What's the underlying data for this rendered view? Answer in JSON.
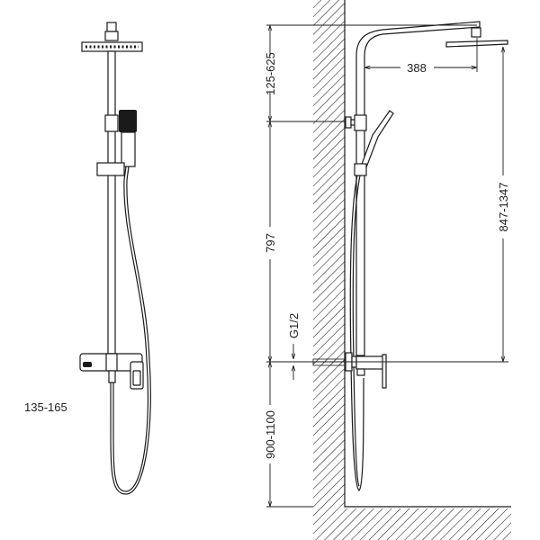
{
  "title": "Shower system dimension drawing",
  "front_view": {
    "outlet_spacing_label": "135-165"
  },
  "side_view": {
    "dimensions": {
      "adjust_top": "125-625",
      "bracket_to_inlet": "797",
      "inlet_height": "900-1100",
      "arm_reach": "388",
      "head_to_inlet": "847-1347",
      "thread": "G1/2"
    }
  },
  "colors": {
    "line": "#1a1a1a",
    "background": "#ffffff"
  }
}
